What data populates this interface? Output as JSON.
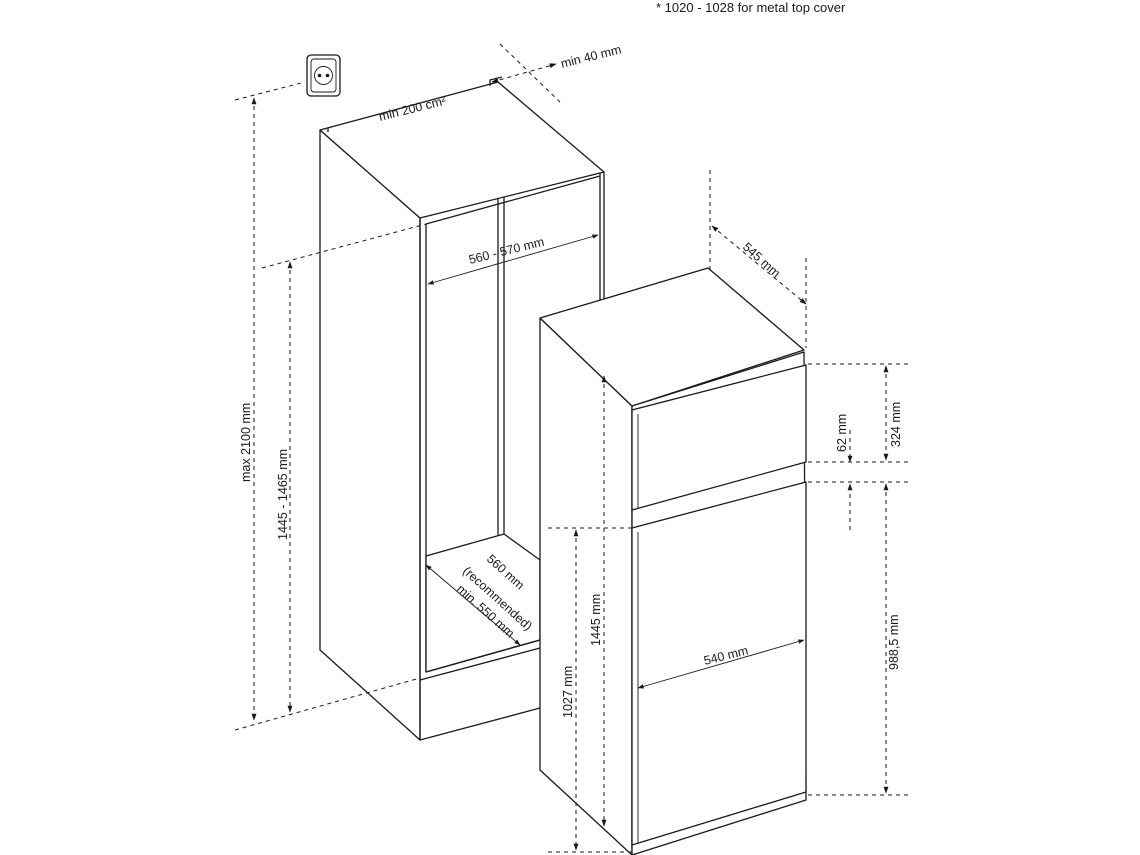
{
  "note": "* 1020 - 1028 for metal top cover",
  "dimensions": {
    "max_height": "max 2100 mm",
    "niche_height": "1445 - 1465 mm",
    "top_ventilation": "min 200 cm²",
    "rear_gap": "min 40 mm",
    "niche_width": "560 - 570 mm",
    "niche_depth_1": "560 mm",
    "niche_depth_2": "(recommended)",
    "niche_depth_3": "min. 550 mm",
    "appliance_depth": "545 mm",
    "upper_door_offset": "62 mm",
    "upper_door_height": "324 mm",
    "lower_door_height": "988,5 mm",
    "appliance_width": "540 mm",
    "body_height": "1445 mm",
    "lower_section_height": "1027 mm"
  },
  "icons": {
    "socket": "power-socket-icon"
  }
}
